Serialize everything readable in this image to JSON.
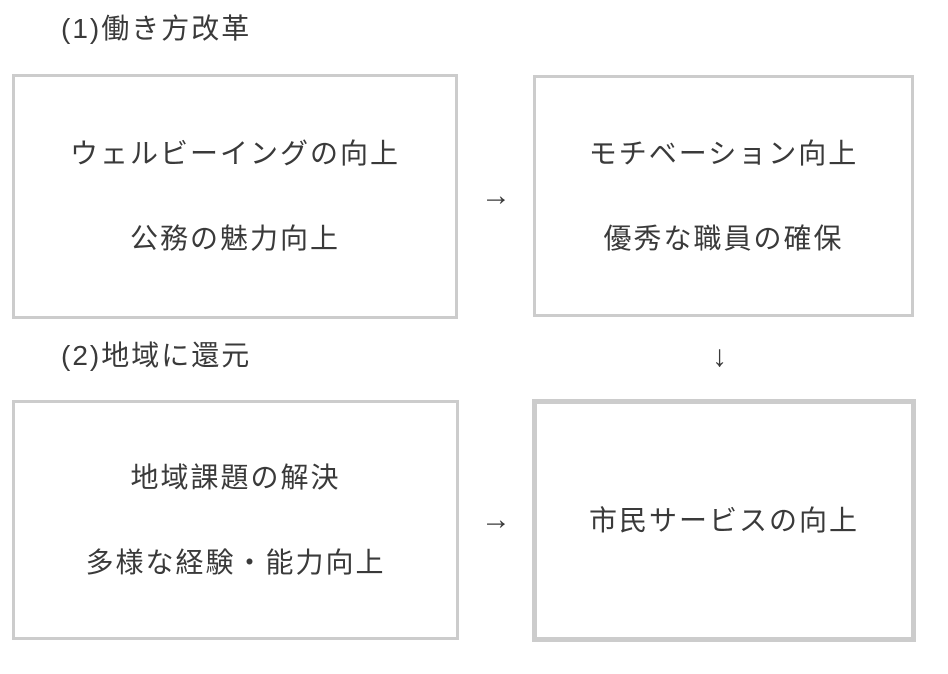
{
  "colors": {
    "background": "#ffffff",
    "box_border": "#cccccc",
    "text": "#3a3a3a"
  },
  "arrows": {
    "right": "→",
    "down": "↓"
  },
  "sections": [
    {
      "label": "(1)働き方改革",
      "left_box": {
        "lines": [
          "ウェルビーイングの向上",
          "公務の魅力向上"
        ]
      },
      "right_box": {
        "lines": [
          "モチベーション向上",
          "優秀な職員の確保"
        ]
      }
    },
    {
      "label": "(2)地域に還元",
      "left_box": {
        "lines": [
          "地域課題の解決",
          "多様な経験・能力向上"
        ]
      },
      "right_box": {
        "lines": [
          "市民サービスの向上"
        ]
      }
    }
  ]
}
